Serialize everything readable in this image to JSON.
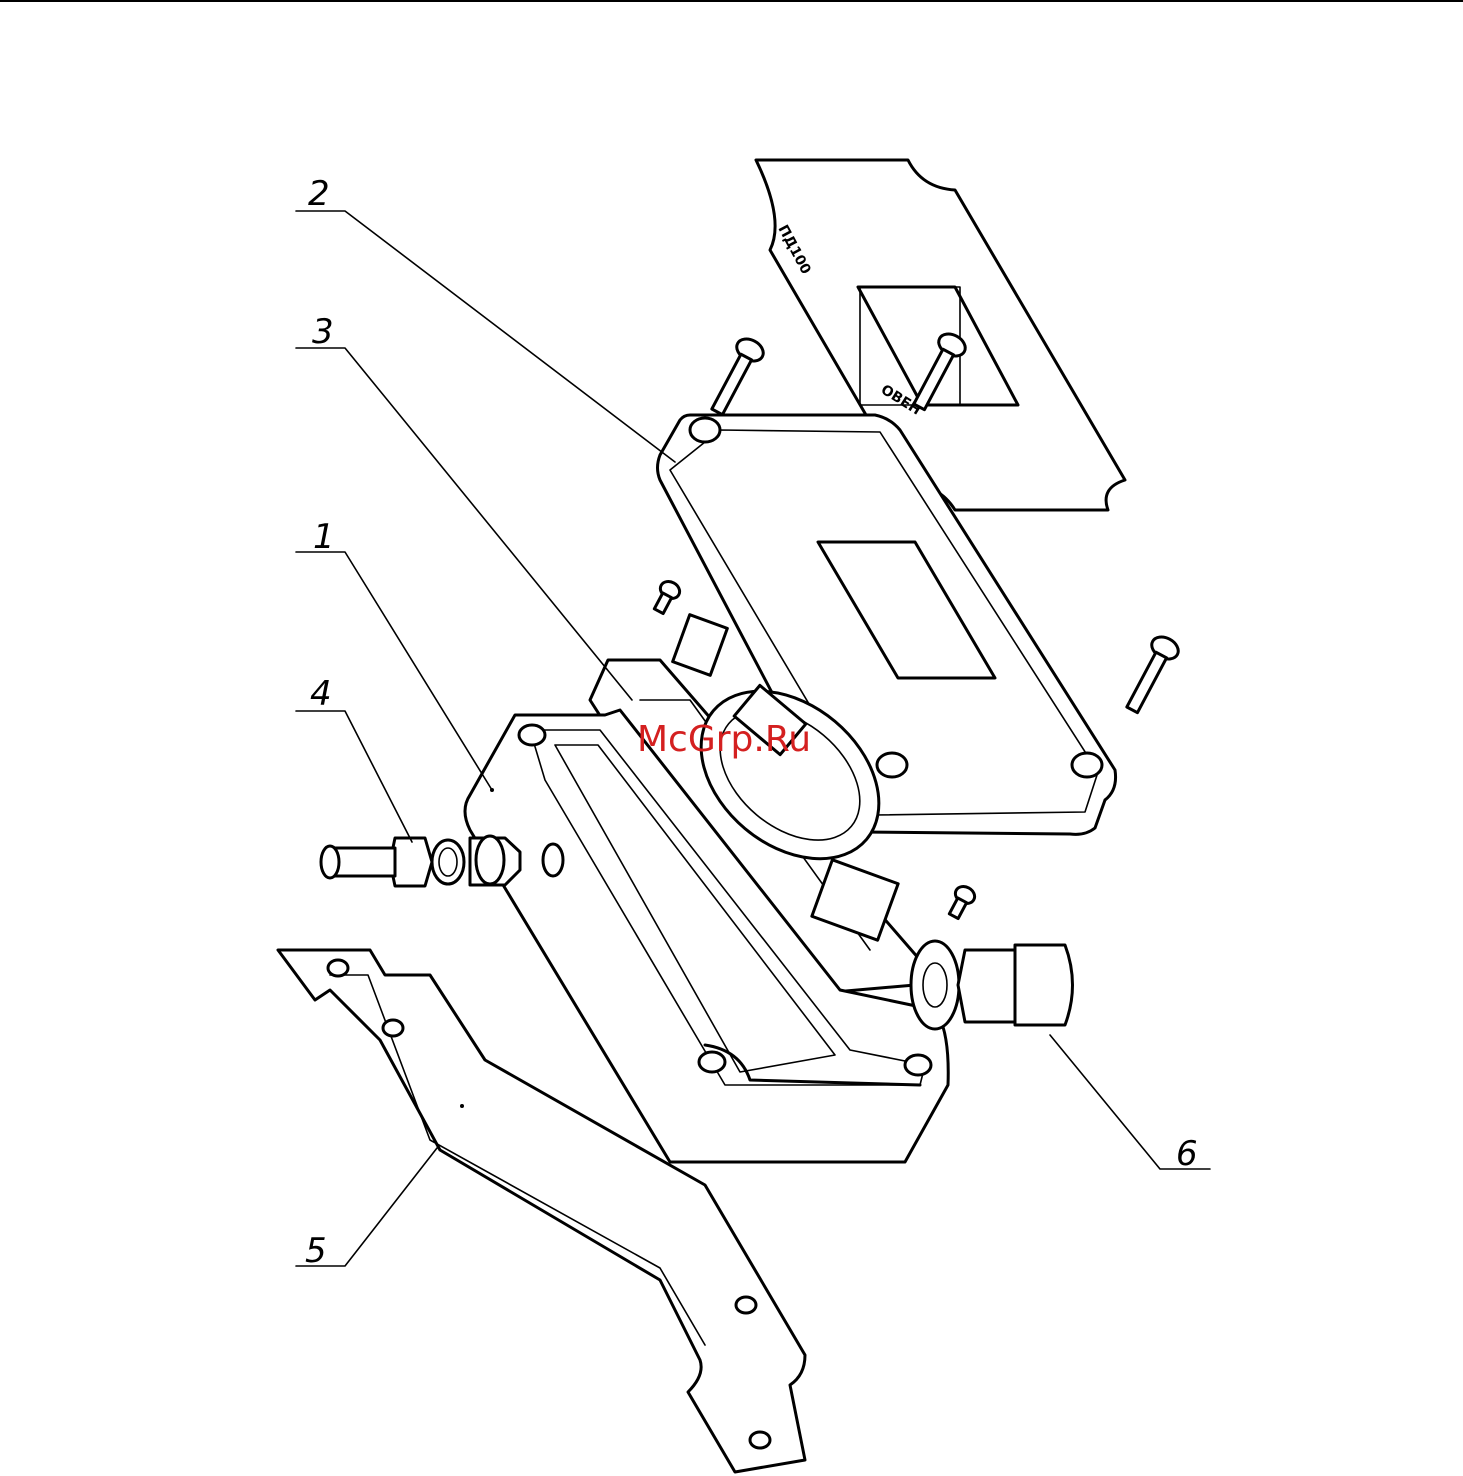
{
  "callouts": [
    {
      "id": "1",
      "label": "1"
    },
    {
      "id": "2",
      "label": "2"
    },
    {
      "id": "3",
      "label": "3"
    },
    {
      "id": "4",
      "label": "4"
    },
    {
      "id": "5",
      "label": "5"
    },
    {
      "id": "6",
      "label": "6"
    }
  ],
  "panel": {
    "model_label": "ПД100",
    "brand_label": "ОВЕН"
  },
  "watermark": "McGrp.Ru"
}
